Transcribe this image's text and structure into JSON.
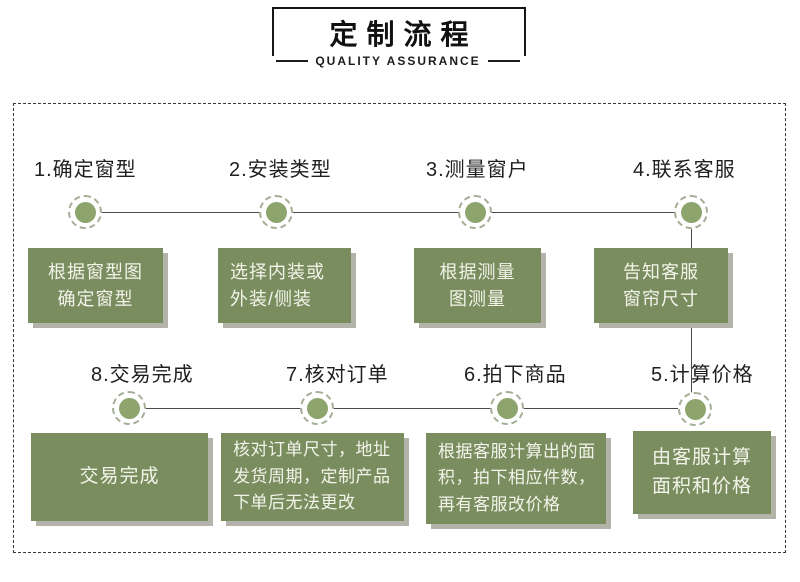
{
  "header": {
    "title": "定制流程",
    "subtitle": "QUALITY ASSURANCE"
  },
  "colors": {
    "box_green": "#7a8d5f",
    "dot_green": "#8da46c",
    "ring_green": "#a5ae97",
    "shadow_gray": "#b3b3aa",
    "line_dark": "#4a4a4a"
  },
  "steps": [
    {
      "label": "1.确定窗型",
      "lines": [
        "根据窗型图",
        "确定窗型"
      ]
    },
    {
      "label": "2.安装类型",
      "lines": [
        "选择内装或",
        "外装/侧装"
      ]
    },
    {
      "label": "3.测量窗户",
      "lines": [
        "根据测量",
        "图测量"
      ]
    },
    {
      "label": "4.联系客服",
      "lines": [
        "告知客服",
        "窗帘尺寸"
      ]
    },
    {
      "label": "5.计算价格",
      "lines": [
        "由客服计算",
        "面积和价格"
      ]
    },
    {
      "label": "6.拍下商品",
      "lines": [
        "根据客服计算出的面",
        "积，拍下相应件数，",
        "再有客服改价格"
      ]
    },
    {
      "label": "7.核对订单",
      "lines": [
        "核对订单尺寸，地址",
        "发货周期，定制产品",
        "下单后无法更改"
      ]
    },
    {
      "label": "8.交易完成",
      "lines": [
        "交易完成"
      ]
    }
  ]
}
